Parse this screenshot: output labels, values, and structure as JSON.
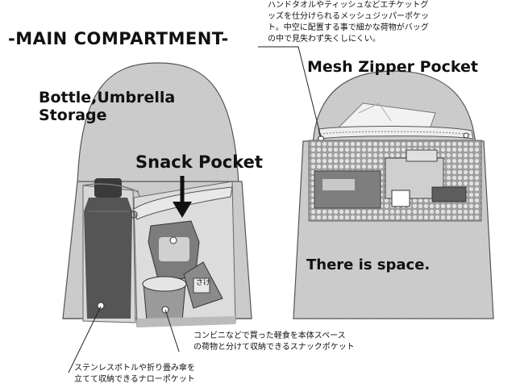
{
  "title": "-MAIN COMPARTMENT-",
  "labels": {
    "bottle_umbrella": [
      "Bottle,Umbrella",
      "Storage"
    ],
    "snack_pocket": "Snack Pocket",
    "mesh_zipper": "Mesh Zipper Pocket",
    "space": "There is space.",
    "food_tag": "さけ"
  },
  "notes": {
    "mesh_pocket": [
      "ハンドタオルやティッシュなどエチケットグ",
      "ッズを仕分けられるメッシュジッパーポケッ",
      "ト。中空に配置する事で細かな荷物がバッグ",
      "の中で見失わず失くしにくい。"
    ],
    "snack_pocket": [
      "コンビニなどで買った軽食を本体スペース",
      "の荷物と分けて収納できるスナックポケット"
    ],
    "bottle_pocket": [
      "ステンレスボトルや折り畳み傘を",
      "立てて収納できるナローポケット"
    ]
  },
  "colors": {
    "bag_fill": "#cfcfcf",
    "outline": "#444444",
    "mesh_fill": "#bdbdbd",
    "text": "#111111"
  }
}
